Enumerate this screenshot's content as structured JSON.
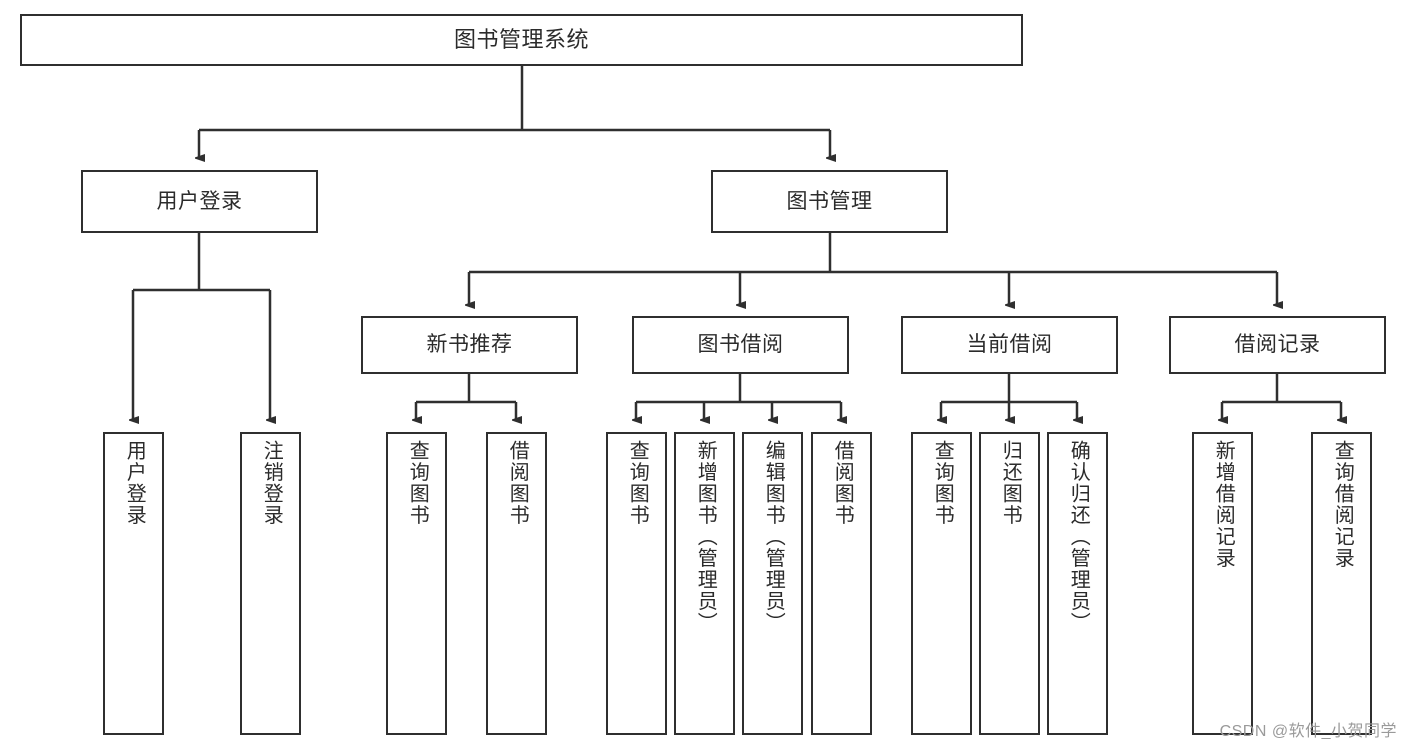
{
  "diagram": {
    "title": "图书管理系统",
    "type": "tree-hierarchy",
    "root": {
      "label": "图书管理系统"
    },
    "level2": [
      {
        "label": "用户登录"
      },
      {
        "label": "图书管理"
      }
    ],
    "level3": [
      {
        "label": "新书推荐"
      },
      {
        "label": "图书借阅"
      },
      {
        "label": "当前借阅"
      },
      {
        "label": "借阅记录"
      }
    ],
    "leaves": {
      "user_login": [
        {
          "label": "用户登录"
        },
        {
          "label": "注销登录"
        }
      ],
      "new_book_recommend": [
        {
          "label": "查询图书"
        },
        {
          "label": "借阅图书"
        }
      ],
      "book_borrow": [
        {
          "label": "查询图书"
        },
        {
          "label": "新增图书（管理员）"
        },
        {
          "label": "编辑图书（管理员）"
        },
        {
          "label": "借阅图书"
        }
      ],
      "current_borrow": [
        {
          "label": "查询图书"
        },
        {
          "label": "归还图书"
        },
        {
          "label": "确认归还（管理员）"
        }
      ],
      "borrow_record": [
        {
          "label": "新增借阅记录"
        },
        {
          "label": "查询借阅记录"
        }
      ]
    }
  },
  "watermark": {
    "text": "CSDN @软件_小贺同学"
  },
  "colors": {
    "stroke": "#2f2f2f",
    "text": "#2b2b2b",
    "background": "#ffffff",
    "watermark": "#9a9a9a"
  }
}
